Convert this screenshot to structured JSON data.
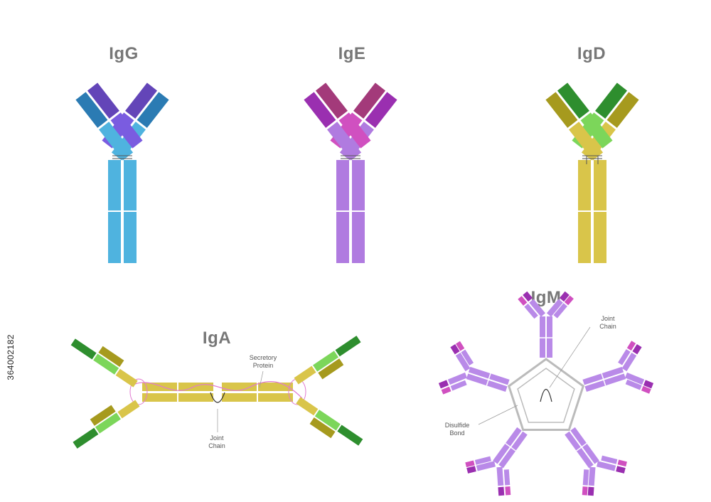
{
  "titles": {
    "igg": "IgG",
    "ige": "IgE",
    "igd": "IgD",
    "iga": "IgA",
    "igm": "IgM"
  },
  "labels": {
    "iga_secretory_1": "Secretory",
    "iga_secretory_2": "Protein",
    "iga_joint_1": "Joint",
    "iga_joint_2": "Chain",
    "igm_joint_1": "Joint",
    "igm_joint_2": "Chain",
    "igm_disulfide_1": "Disulfide",
    "igm_disulfide_2": "Bond"
  },
  "stock_id": "364002182",
  "colors": {
    "igg": {
      "stem": "#4fb3df",
      "arm_inner": "#4fb3df",
      "arm_mid": "#7a5ce0",
      "arm_outer_heavy": "#2b7bb3",
      "arm_outer_light": "#6345b8"
    },
    "ige": {
      "stem": "#b07be0",
      "arm_inner": "#b07be0",
      "arm_mid": "#d050c0",
      "arm_outer_heavy": "#9a2fb0",
      "arm_outer_light": "#a33a7a"
    },
    "igd": {
      "stem": "#d9c54a",
      "arm_inner": "#d9c54a",
      "arm_mid": "#7cd65a",
      "arm_outer_heavy": "#a69a1e",
      "arm_outer_light": "#2e8e2e"
    },
    "iga": {
      "body": "#d9c54a",
      "arm_mid": "#7cd65a",
      "arm_outer": "#2e8e2e",
      "arm_outer2": "#a69a1e",
      "secretory": "#e07ad0"
    },
    "igm": {
      "body": "#b98ae8",
      "arm": "#b98ae8",
      "tip": "#9a2fb0",
      "tip2": "#d050c0",
      "ring": "#bbbbbb"
    }
  }
}
